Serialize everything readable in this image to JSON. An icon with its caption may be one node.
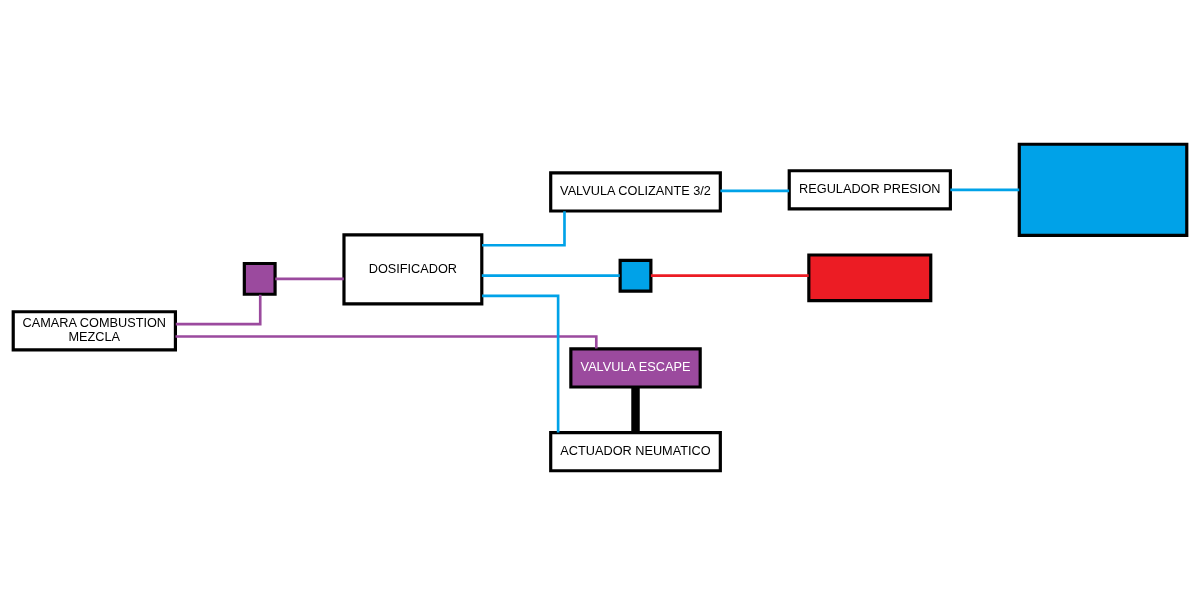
{
  "diagram": {
    "nodes": [
      {
        "text": [
          "CAMARA COMBUSTION",
          "MEZCLA"
        ]
      },
      {
        "text": [],
        "shape": "box"
      },
      {
        "text": [
          "DOSIFICADOR"
        ]
      },
      {
        "text": [
          "VALVULA ESCAPE"
        ]
      },
      {
        "text": [
          "ACTUADOR NEUMATICO"
        ]
      },
      {
        "text": [
          "VALVULA COLIZANTE 3/2"
        ]
      },
      {
        "text": [
          "REGULADOR PRESION"
        ]
      },
      {
        "text": [],
        "shape": "box"
      },
      {
        "text": [],
        "shape": "box"
      },
      {
        "text": [],
        "shape": "box"
      }
    ],
    "edges": [
      {
        "from": 1,
        "to": 0,
        "arrow": "none",
        "color": "#9b4a9e"
      },
      {
        "from": 2,
        "to": 1,
        "arrow": "none",
        "color": "#9b4a9e"
      },
      {
        "from": 3,
        "to": 0,
        "arrow": "none",
        "color": "#9b4a9e"
      },
      {
        "from": 4,
        "to": 3,
        "arrow": "none",
        "style": "thick",
        "color": "#000000"
      },
      {
        "from": 4,
        "to": 2,
        "arrow": "none"
      },
      {
        "from": 5,
        "to": 2,
        "arrow": "none"
      },
      {
        "from": 6,
        "to": 5,
        "arrow": "none"
      },
      {
        "from": 7,
        "to": 6,
        "arrow": "none"
      },
      {
        "from": 8,
        "to": 2,
        "arrow": "none"
      },
      {
        "from": 9,
        "to": 8,
        "arrow": "none",
        "color": "#ec1c24"
      }
    ]
  }
}
